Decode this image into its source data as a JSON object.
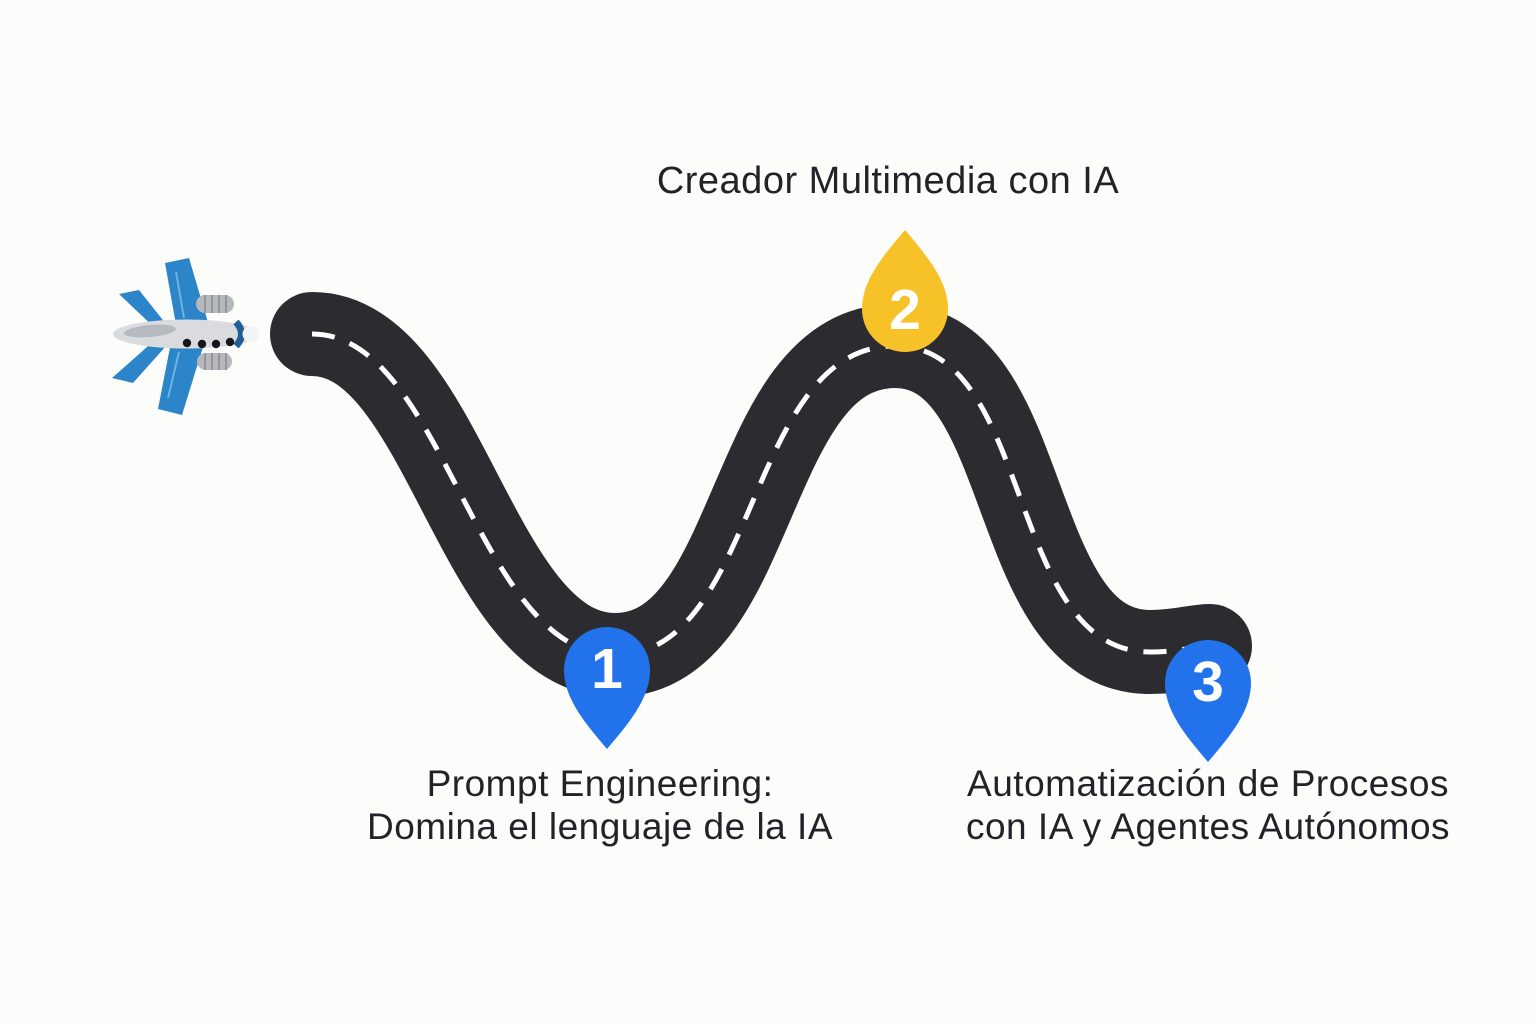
{
  "diagram": {
    "kind": "course-roadmap",
    "title_step_index": 1
  },
  "colors": {
    "background": "#fcfcfb",
    "road": "#2b2b30",
    "road_dash": "#ffffff",
    "pin_blue": "#2273eb",
    "pin_yellow": "#f7c128",
    "text": "#222228",
    "plane_wing_blue": "#2b85c8",
    "plane_body_gray": "#d9dbde",
    "plane_nose_band": "#1e6096"
  },
  "steps": [
    {
      "number": "1",
      "pin_color": "#2273eb",
      "label_lines": [
        "Prompt Engineering:",
        "Domina el lenguaje de la IA"
      ]
    },
    {
      "number": "2",
      "pin_color": "#f7c128",
      "label_lines": [
        "Creador Multimedia con IA"
      ]
    },
    {
      "number": "3",
      "pin_color": "#2273eb",
      "label_lines": [
        "Automatización de Procesos",
        "con IA y Agentes Autónomos"
      ]
    }
  ]
}
